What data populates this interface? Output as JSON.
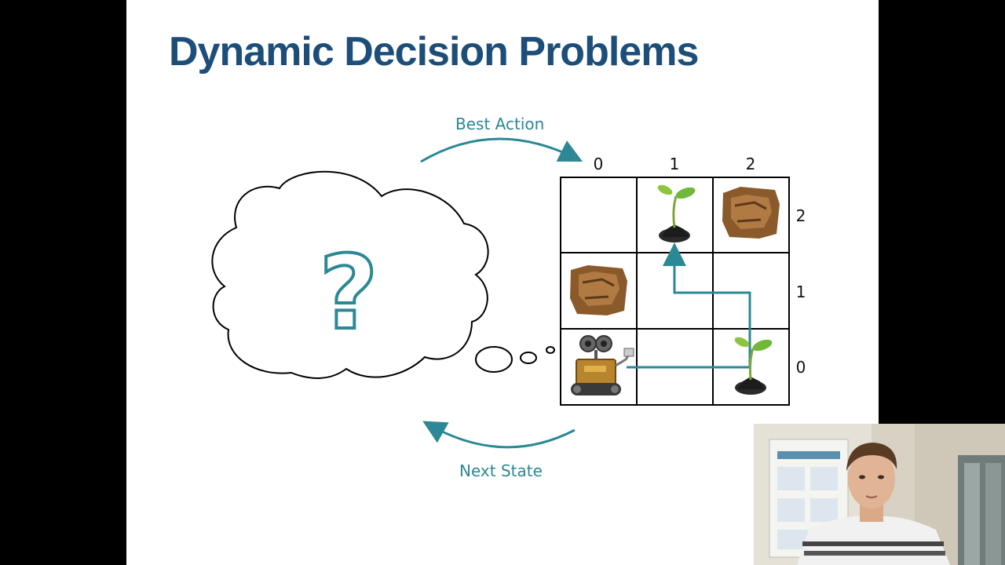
{
  "slide": {
    "title": "Dynamic Decision Problems",
    "best_action_label": "Best Action",
    "next_state_label": "Next State",
    "thought_symbol": "?",
    "grid": {
      "col_labels": [
        "0",
        "1",
        "2"
      ],
      "row_labels": [
        "2",
        "1",
        "0"
      ]
    }
  },
  "colors": {
    "title": "#1d4e79",
    "accent": "#2b8894",
    "background": "#ffffff",
    "frame": "#000000"
  },
  "icons": {
    "robot": "robot-icon",
    "rock": "rock-icon",
    "plant": "plant-icon",
    "thought_cloud": "thought-cloud-icon"
  }
}
